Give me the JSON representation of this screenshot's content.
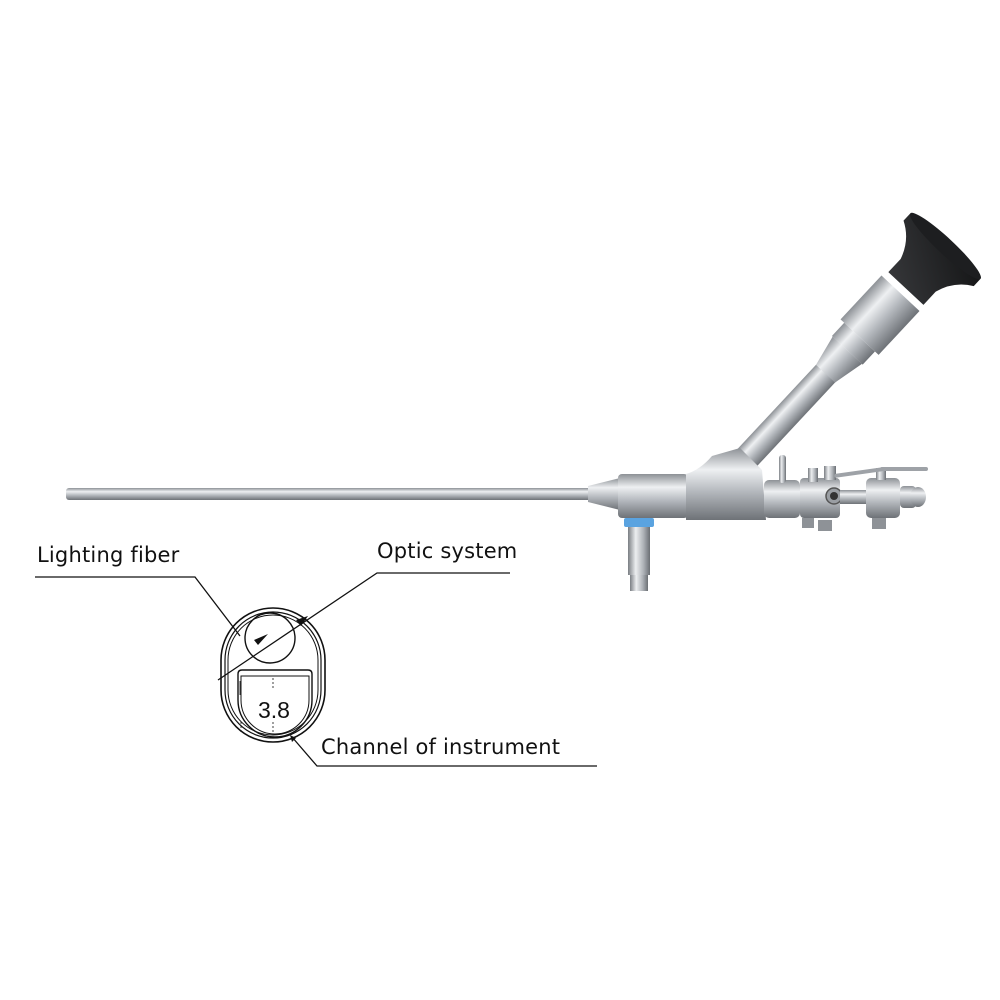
{
  "labels": {
    "lighting_fiber": "Lighting fiber",
    "optic_system": "Optic system",
    "channel_of_instrument": "Channel of instrument"
  },
  "cross_section": {
    "channel_dimension": "3.8"
  },
  "colors": {
    "steel": "#b9bcc0",
    "eyecup": "#2a2b2d",
    "blue_ring": "#5aa3e0",
    "line": "#111111"
  }
}
